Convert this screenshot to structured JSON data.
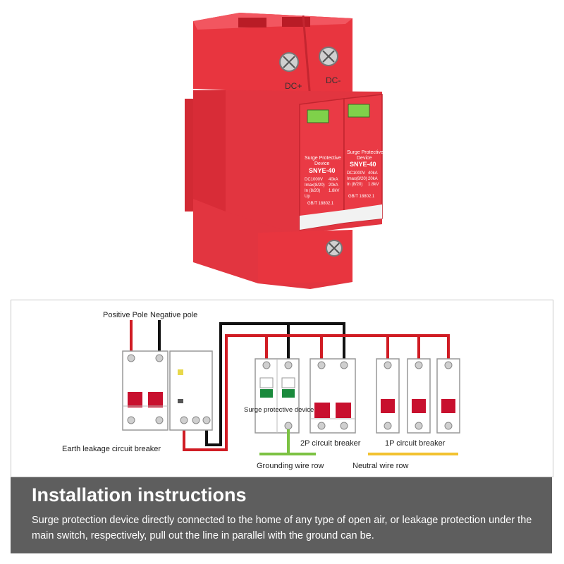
{
  "product": {
    "terminal_top_left": "DC+",
    "terminal_top_right": "DC-",
    "module": {
      "title_line1": "Surge Protective",
      "title_line2": "Device",
      "model": "SNYE-40",
      "spec_rows": [
        [
          "DC1000V",
          "40kA"
        ],
        [
          "Imax(8/20)",
          "20kA"
        ],
        [
          "In (8/20)",
          "1.8kV"
        ],
        [
          "Up",
          ""
        ]
      ],
      "standard": "GB/T 18802.1"
    },
    "colors": {
      "body": "#e8353f",
      "body_dark": "#c9232e",
      "indicator": "#7fd14a"
    }
  },
  "diagram": {
    "labels": {
      "positive_pole": "Positive Pole",
      "negative_pole": "Negative pole",
      "earth_leakage": "Earth leakage circuit breaker",
      "surge_device": "Surge protective device",
      "two_pole": "2P circuit breaker",
      "one_pole": "1P circuit breaker",
      "grounding": "Grounding wire row",
      "neutral": "Neutral wire row"
    },
    "colors": {
      "positive_wire": "#d01c24",
      "negative_wire": "#111111",
      "ground_wire": "#7cc243",
      "neutral_wire": "#f2c230",
      "breaker_handle": "#c8102e"
    }
  },
  "instructions": {
    "title": "Installation instructions",
    "body": "Surge protection device directly connected to the home of any type of open air, or leakage protection under the main switch, respectively, pull out the line in parallel with the ground can be."
  }
}
